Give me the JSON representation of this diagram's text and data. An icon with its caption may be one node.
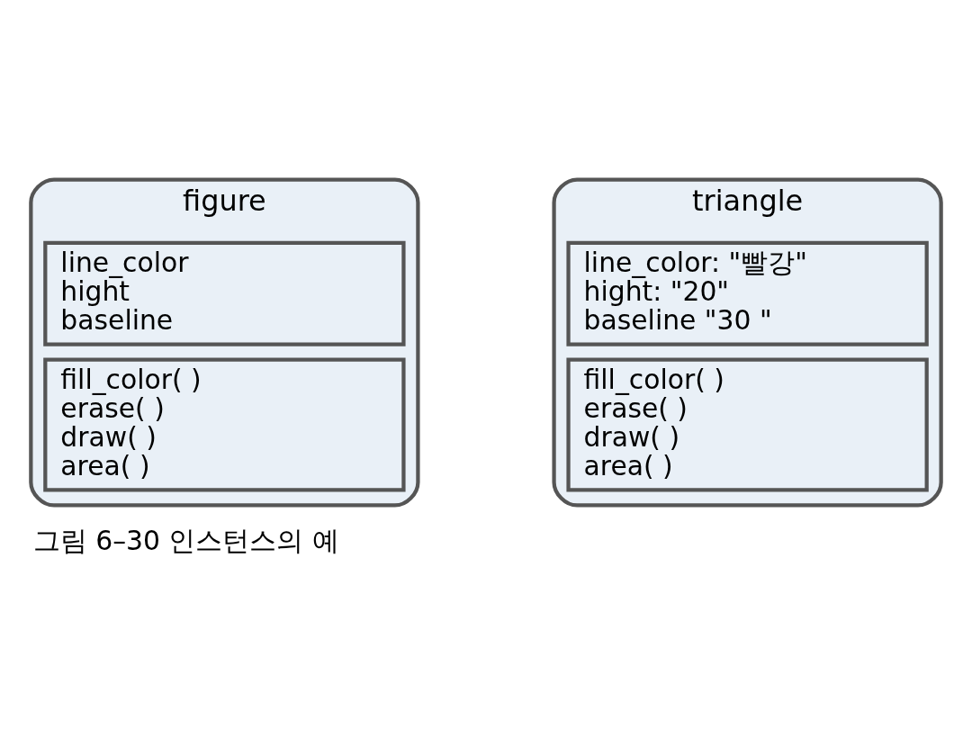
{
  "diagram": {
    "caption": "그림 6–30 인스턴스의 예",
    "nodes": [
      {
        "text": [
          "figure"
        ]
      },
      {
        "text": [
          "line_color",
          "hight",
          "baseline"
        ],
        "in": 0
      },
      {
        "text": [
          "fill_color( )",
          "erase( )",
          "draw( )",
          "area( )"
        ],
        "in": 0
      },
      {
        "text": [
          "triangle"
        ]
      },
      {
        "text": [
          "line_color: \"빨강\"",
          "hight: \"20\"",
          "baseline \"30 \""
        ],
        "in": 3
      },
      {
        "text": [
          "fill_color( )",
          "erase( )",
          "draw( )",
          "area( )"
        ],
        "in": 3
      }
    ],
    "edges": []
  }
}
